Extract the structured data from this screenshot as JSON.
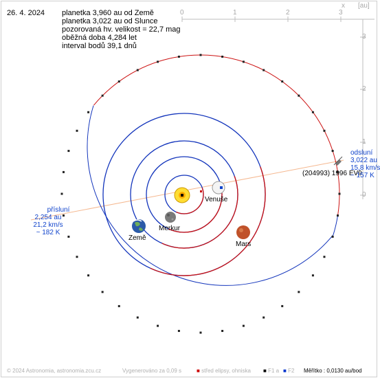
{
  "header": {
    "date": "26. 4. 2024",
    "lines": [
      "planetka 3,960 au od Země",
      "planetka 3,022 au od Slunce",
      "pozorovaná hv. velikost = 22,7 mag",
      "oběžná doba 4,284 let",
      "interval bodů 39,1 dnů"
    ]
  },
  "scale": {
    "x_label": "x",
    "unit_label": "[au]",
    "x_ticks": [
      "0",
      "1",
      "2",
      "3"
    ],
    "y_ticks": [
      "3",
      "2",
      "1",
      "0"
    ]
  },
  "bodies": {
    "venus": "Venuše",
    "earth": "Země",
    "mercury": "Merkur",
    "mars": "Mars",
    "asteroid": "(204993) 1996 EV9"
  },
  "perihelion": {
    "title": "přísluní",
    "dist": "2,254 au",
    "speed": "21,2 km/s",
    "temp": "~ 182 K"
  },
  "aphelion": {
    "title": "odsluní",
    "dist": "3,022 au",
    "speed": "15,8 km/s",
    "temp": "~ 157 K"
  },
  "footer": {
    "copyright": "© 2024 Astronomia, astronomia.zcu.cz",
    "generated": "Vygenerováno za 0,09 s",
    "center_legend": "střed elipsy, ohniska",
    "f1_legend": "F1 a",
    "f2_legend": "F2",
    "scale_label": "Měřítko : 0,0130 au/bod"
  },
  "colors": {
    "orbit_red": "#cc1111",
    "orbit_blue": "#1133bb",
    "line_axis": "#f0b080",
    "sun": "#ffcc00"
  }
}
